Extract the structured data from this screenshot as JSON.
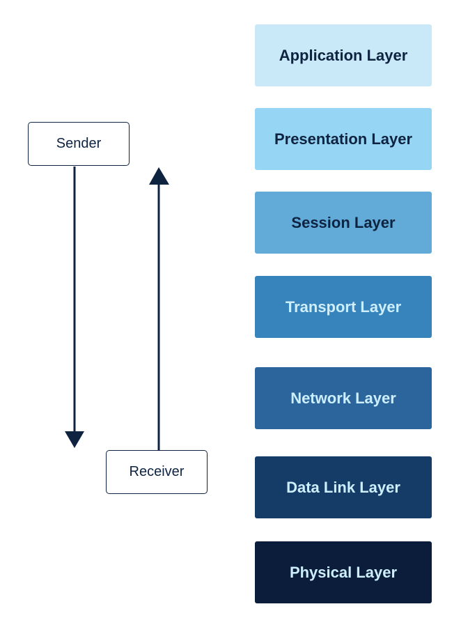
{
  "layers": [
    {
      "label": "Application Layer",
      "bg": "#c9e9f9",
      "fg": "#0e2340"
    },
    {
      "label": "Presentation Layer",
      "bg": "#97d5f4",
      "fg": "#0e2340"
    },
    {
      "label": "Session Layer",
      "bg": "#62abd9",
      "fg": "#0e2340"
    },
    {
      "label": "Transport Layer",
      "bg": "#3783bb",
      "fg": "#cdeefc"
    },
    {
      "label": "Network Layer",
      "bg": "#2b659c",
      "fg": "#cdeefc"
    },
    {
      "label": "Data Link Layer",
      "bg": "#143c66",
      "fg": "#cdeefc"
    },
    {
      "label": "Physical Layer",
      "bg": "#0b1d3b",
      "fg": "#cdeefc"
    }
  ],
  "sender": "Sender",
  "receiver": "Receiver",
  "arrow_color": "#0e2340"
}
